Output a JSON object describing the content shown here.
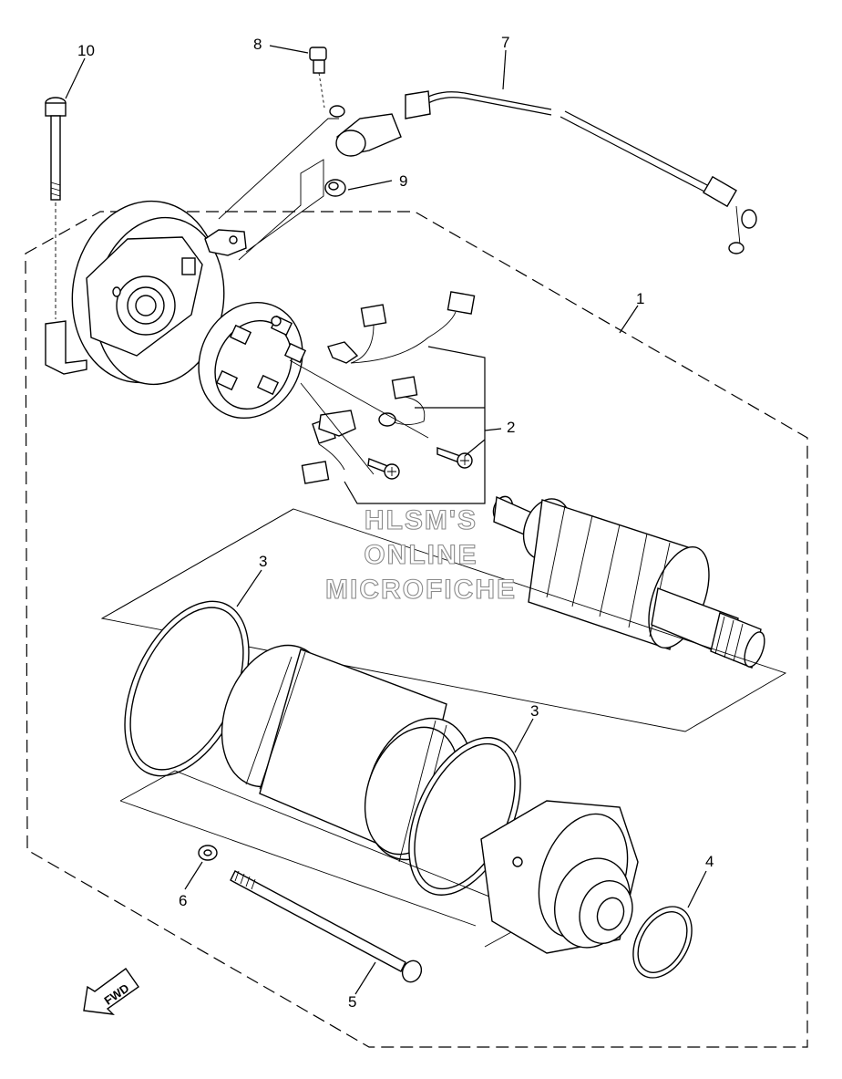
{
  "callouts": [
    {
      "id": "1",
      "label": "1"
    },
    {
      "id": "2",
      "label": "2"
    },
    {
      "id": "3a",
      "label": "3"
    },
    {
      "id": "3b",
      "label": "3"
    },
    {
      "id": "4",
      "label": "4"
    },
    {
      "id": "5",
      "label": "5"
    },
    {
      "id": "6",
      "label": "6"
    },
    {
      "id": "7",
      "label": "7"
    },
    {
      "id": "8",
      "label": "8"
    },
    {
      "id": "9",
      "label": "9"
    },
    {
      "id": "10",
      "label": "10"
    }
  ],
  "watermark": {
    "line1": "HLSM'S",
    "line2": "ONLINE",
    "line3": "MICROFICHE"
  },
  "direction_arrow": {
    "label": "FWD"
  }
}
